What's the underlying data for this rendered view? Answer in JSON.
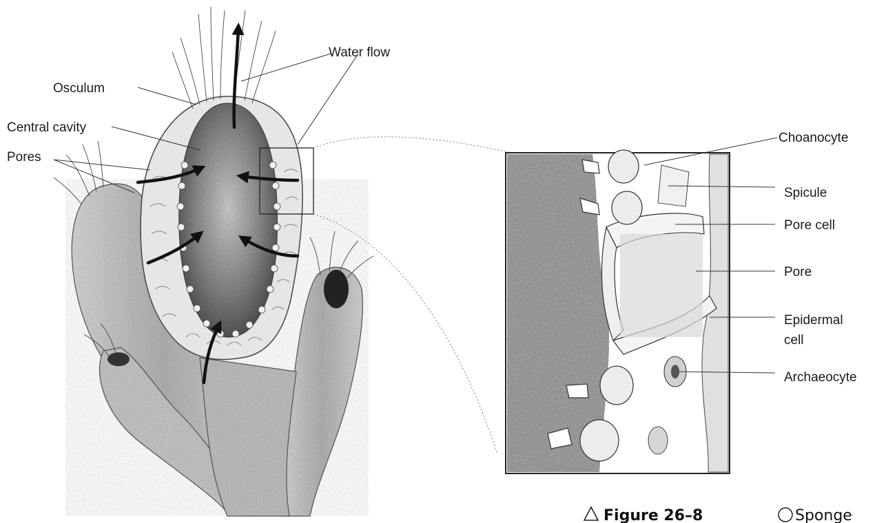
{
  "labels": {
    "water_flow": "Water flow",
    "osculum": "Osculum",
    "central_cavity": "Central cavity",
    "pores": "Pores",
    "choanocyte": "Choanocyte",
    "spicule": "Spicule",
    "pore_cell": "Pore cell",
    "pore": "Pore",
    "epidermal_cell_line1": "Epidermal",
    "epidermal_cell_line2": "cell",
    "archaeocyte": "Archaeocyte"
  },
  "caption": {
    "figure": "Figure 26–8",
    "trailing": "Sponge"
  },
  "colors": {
    "ink": "#1a1a1a",
    "stipple": "#8a8a8a",
    "cavity": "#555555",
    "paper": "#ffffff"
  }
}
